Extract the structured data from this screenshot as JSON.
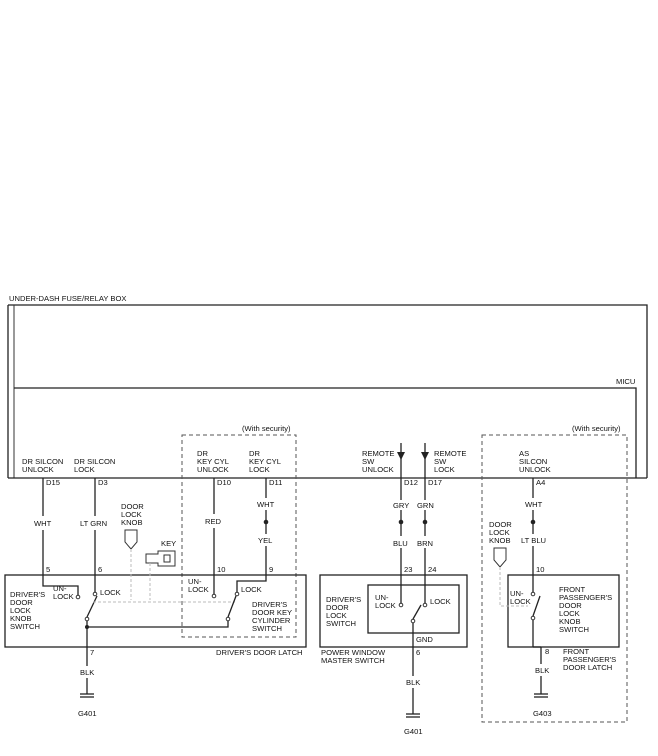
{
  "fuse_box": {
    "title": "UNDER-DASH FUSE/RELAY BOX",
    "micu": "MICU"
  },
  "security_note_left": "(With security)",
  "security_note_right": "(With security)",
  "terminals": {
    "d15_name": [
      "DR SILCON",
      "UNLOCK"
    ],
    "d15_pin": "D15",
    "d15_wire": "WHT",
    "d15_conn": "5",
    "d3_name": [
      "DR SILCON",
      "LOCK"
    ],
    "d3_pin": "D3",
    "d3_wire": "LT GRN",
    "d3_conn": "6",
    "d10_name": [
      "DR",
      "KEY CYL",
      "UNLOCK"
    ],
    "d10_pin": "D10",
    "d10_wire": "RED",
    "d10_conn": "10",
    "d11_name": [
      "DR",
      "KEY CYL",
      "LOCK"
    ],
    "d11_pin": "D11",
    "d11_wire1": "WHT",
    "d11_wire2": "YEL",
    "d11_conn": "9",
    "d12_name": [
      "REMOTE",
      "SW",
      "UNLOCK"
    ],
    "d12_pin": "D12",
    "d12_wire1": "GRY",
    "d12_wire2": "BLU",
    "d12_conn": "23",
    "d17_name": [
      "REMOTE",
      "SW",
      "LOCK"
    ],
    "d17_pin": "D17",
    "d17_wire1": "GRN",
    "d17_wire2": "BRN",
    "d17_conn": "24",
    "a4_name": [
      "AS",
      "SILCON",
      "UNLOCK"
    ],
    "a4_pin": "A4",
    "a4_wire1": "WHT",
    "a4_wire2": "LT BLU",
    "a4_conn": "10"
  },
  "driver_latch": {
    "knob_label": [
      "DOOR",
      "LOCK",
      "KNOB"
    ],
    "key_label": "KEY",
    "knob_switch": [
      "DRIVER'S",
      "DOOR",
      "LOCK",
      "KNOB",
      "SWITCH"
    ],
    "unlock": [
      "UN-",
      "LOCK"
    ],
    "lock": "LOCK",
    "cyl_unlock": [
      "UN-",
      "LOCK"
    ],
    "cyl_lock": "LOCK",
    "cyl_switch": [
      "DRIVER'S",
      "DOOR KEY",
      "CYLINDER",
      "SWITCH"
    ],
    "caption": "DRIVER'S DOOR LATCH",
    "ground_conn": "7",
    "ground_wire": "BLK",
    "ground": "G401"
  },
  "master_switch": {
    "switch_label": [
      "DRIVER'S",
      "DOOR",
      "LOCK",
      "SWITCH"
    ],
    "unlock": [
      "UN-",
      "LOCK"
    ],
    "lock": "LOCK",
    "gnd": "GND",
    "caption": [
      "POWER WINDOW",
      "MASTER SWITCH"
    ],
    "ground_conn": "6",
    "ground_wire": "BLK",
    "ground": "G401"
  },
  "passenger_latch": {
    "knob_label": [
      "DOOR",
      "LOCK",
      "KNOB"
    ],
    "unlock": [
      "UN-",
      "LOCK"
    ],
    "switch_label": [
      "FRONT",
      "PASSENGER'S",
      "DOOR",
      "LOCK",
      "KNOB",
      "SWITCH"
    ],
    "caption": [
      "FRONT",
      "PASSENGER'S",
      "DOOR LATCH"
    ],
    "ground_conn": "8",
    "ground_wire": "BLK",
    "ground": "G403"
  }
}
